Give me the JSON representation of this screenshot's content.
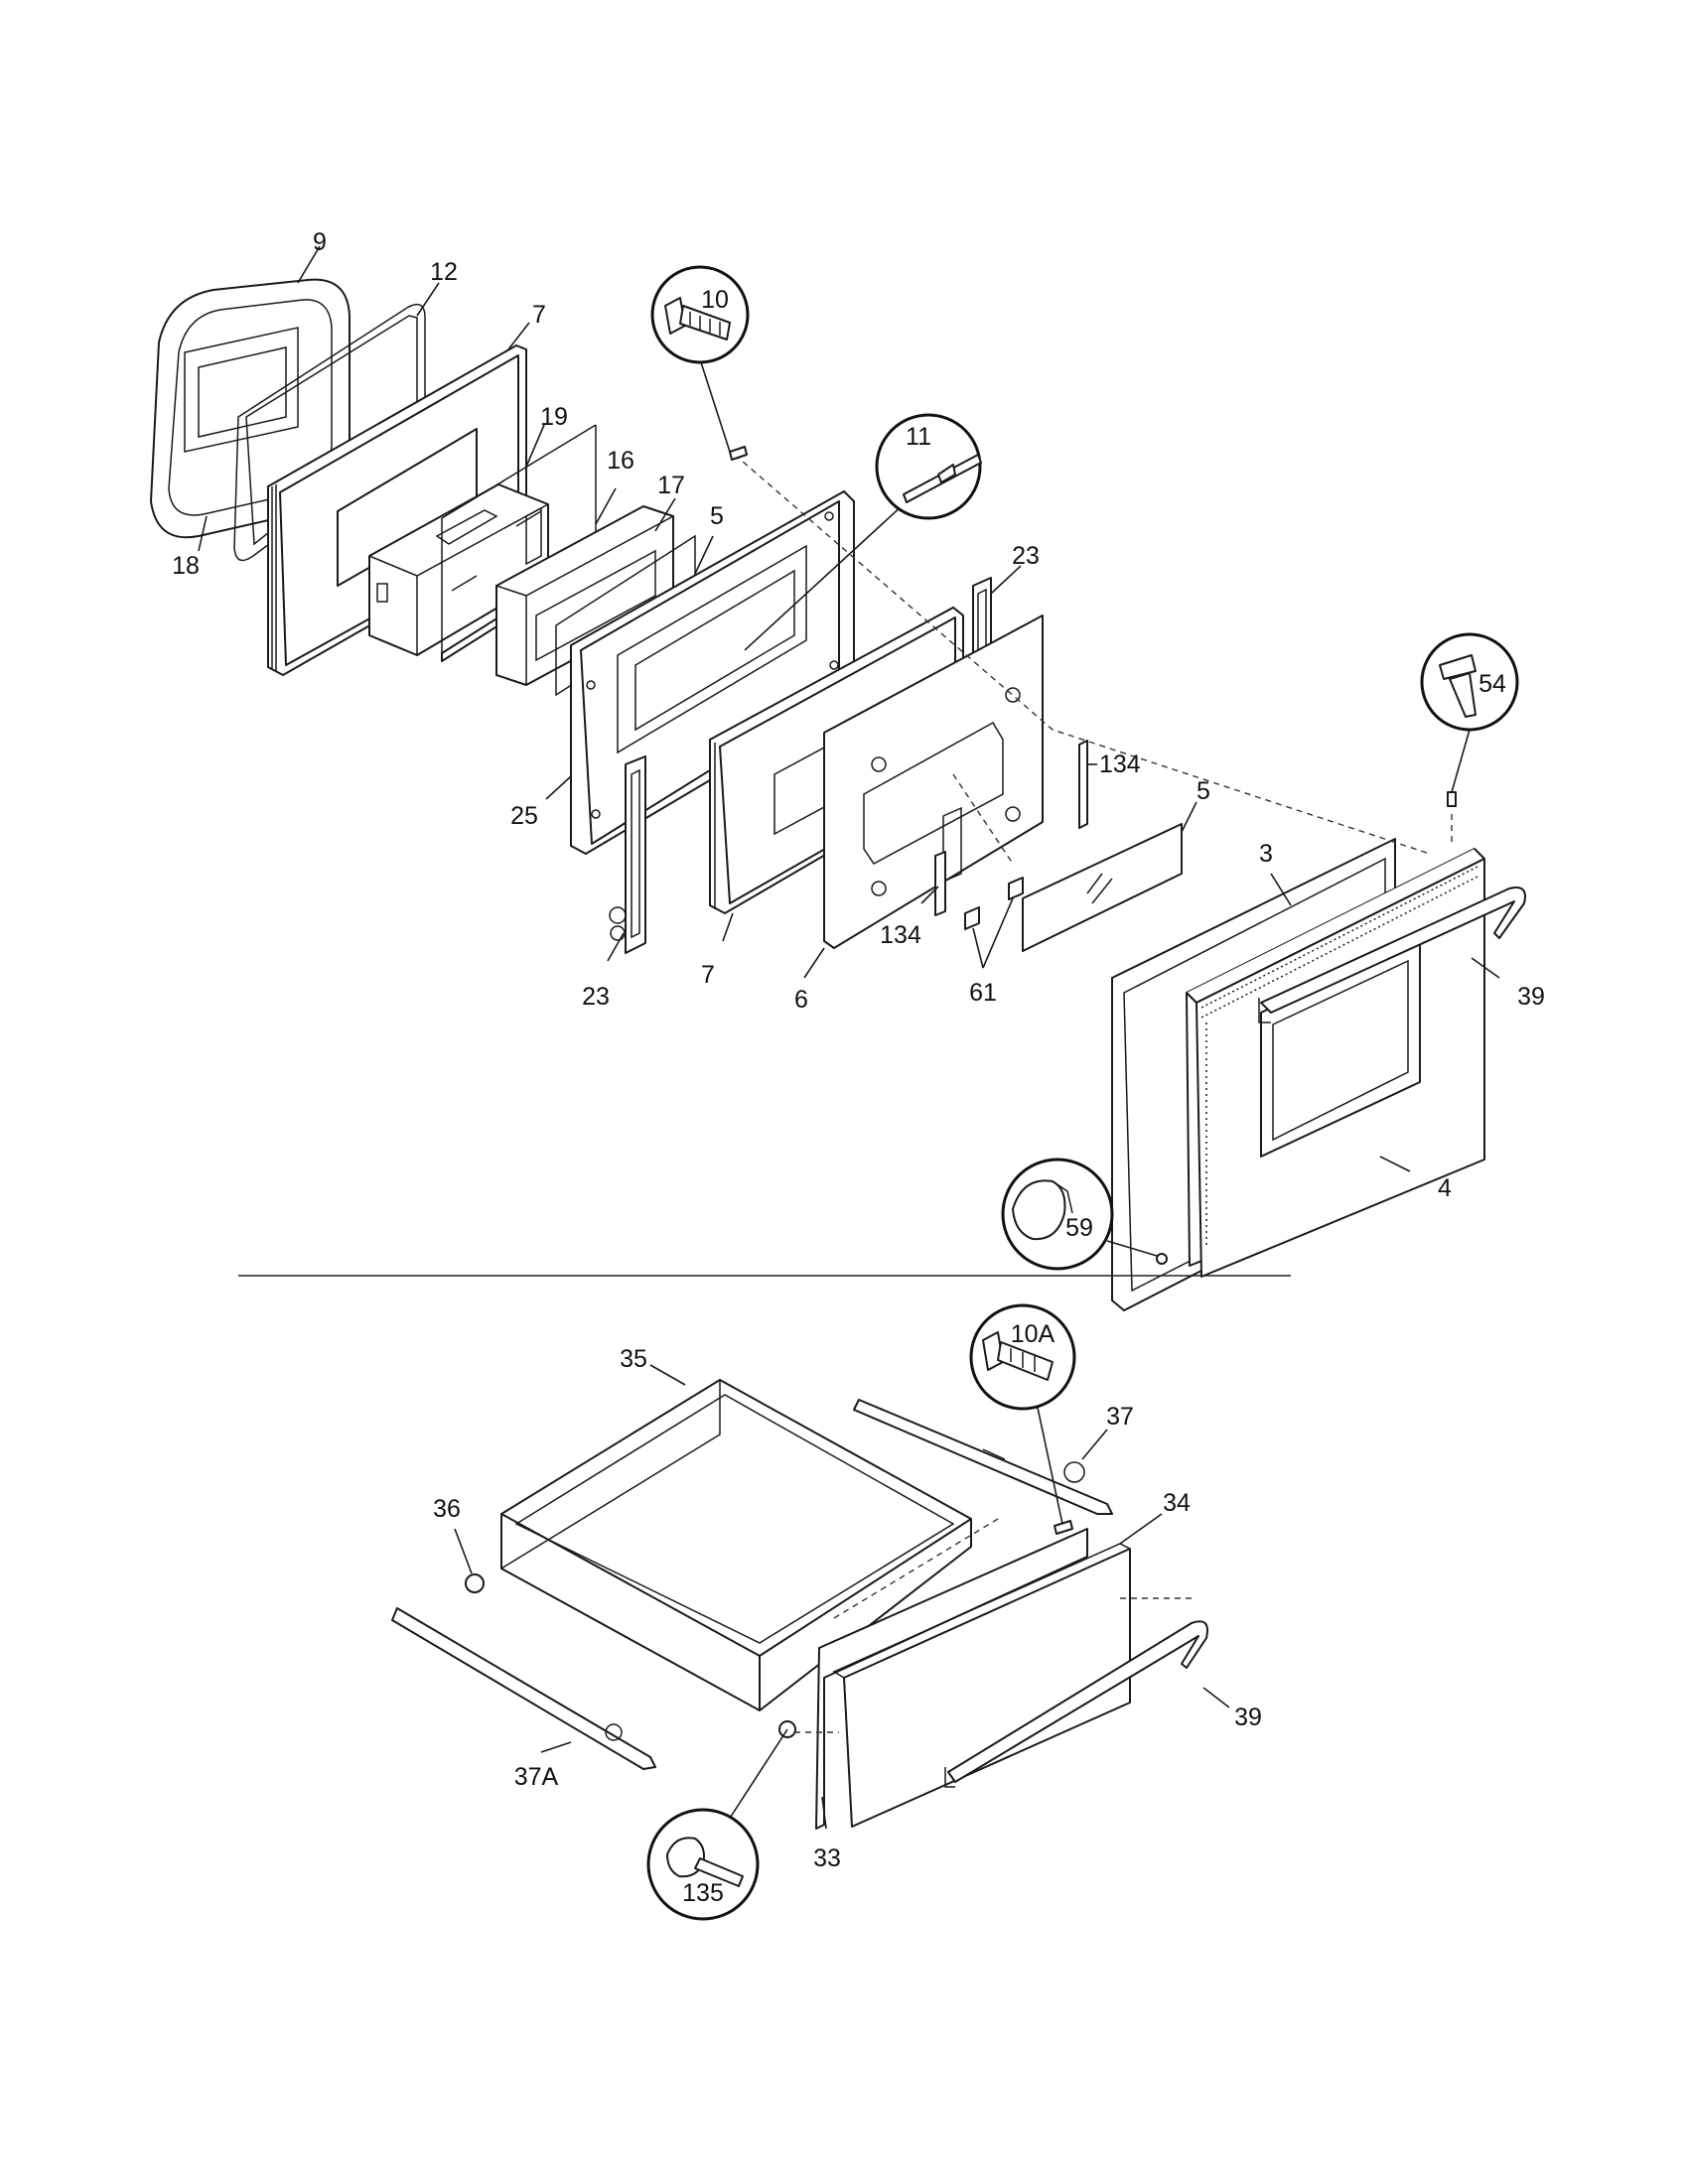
{
  "callouts": {
    "c9": "9",
    "c12": "12",
    "c7a": "7",
    "c19": "19",
    "c16": "16",
    "c17": "17",
    "c5a": "5",
    "c18": "18",
    "c25": "25",
    "c23a": "23",
    "c7b": "7",
    "c6": "6",
    "c134a": "134",
    "c134b": "134",
    "c61": "61",
    "c23b": "23",
    "c5b": "5",
    "c3": "3",
    "c39a": "39",
    "c4": "4",
    "c59": "59",
    "c10": "10",
    "c11": "11",
    "c54": "54",
    "c35": "35",
    "c10A": "10A",
    "c37": "37",
    "c36": "36",
    "c34": "34",
    "c39b": "39",
    "c37A": "37A",
    "c33": "33",
    "c135": "135"
  }
}
